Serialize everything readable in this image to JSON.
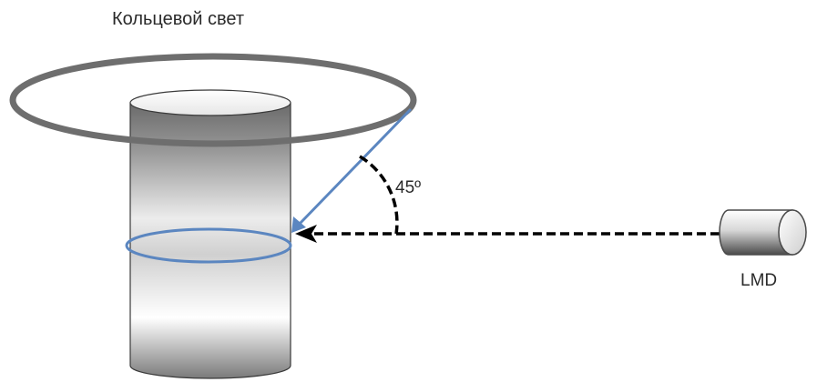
{
  "labels": {
    "ring_light": "Кольцевой свет",
    "angle": "45º",
    "device": "LMD"
  },
  "colors": {
    "ring": "#6e6e6e",
    "beam": "#5b86c0",
    "dashed_line": "#000000",
    "cylinder_dark": "#3a3a3a",
    "cylinder_light": "#ffffff"
  },
  "icons": {
    "cylinder": "sample-cylinder-icon",
    "device": "lmd-device-icon"
  }
}
